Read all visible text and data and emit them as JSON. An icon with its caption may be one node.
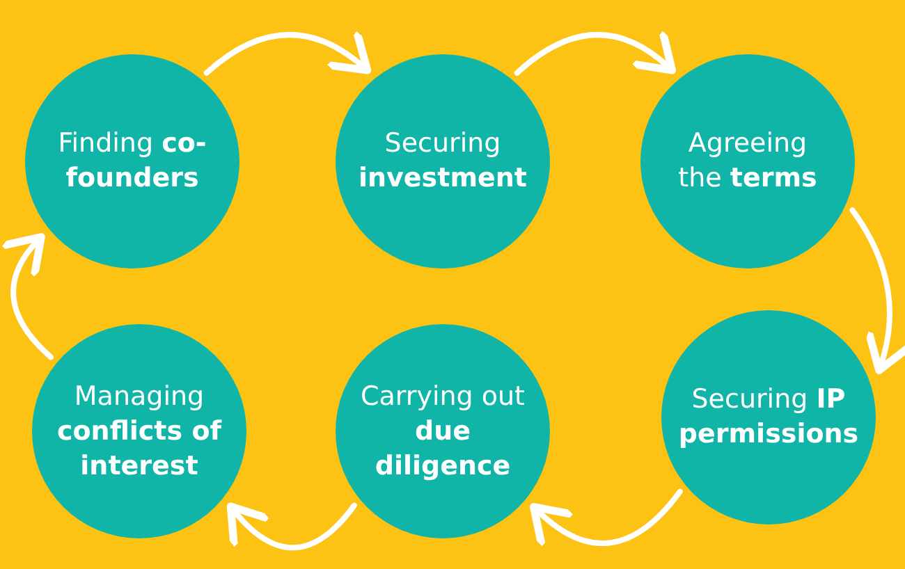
{
  "diagram": {
    "nodes": [
      {
        "text": [
          "Finding **co-founders**"
        ]
      },
      {
        "text": [
          "Securing **investment**"
        ]
      },
      {
        "text": [
          "Agreeing the **terms**"
        ]
      },
      {
        "text": [
          "Managing **conflicts of interest**"
        ]
      },
      {
        "text": [
          "Carrying out **due diligence**"
        ]
      },
      {
        "text": [
          "Securing **IP permissions**"
        ]
      }
    ],
    "edges": [
      {
        "from": 0,
        "to": 1,
        "arrow": "to"
      },
      {
        "from": 1,
        "to": 2,
        "arrow": "to"
      },
      {
        "from": 2,
        "to": 5,
        "arrow": "to"
      },
      {
        "from": 5,
        "to": 4,
        "arrow": "to"
      },
      {
        "from": 4,
        "to": 3,
        "arrow": "to"
      },
      {
        "from": 3,
        "to": 0,
        "arrow": "to"
      }
    ]
  }
}
